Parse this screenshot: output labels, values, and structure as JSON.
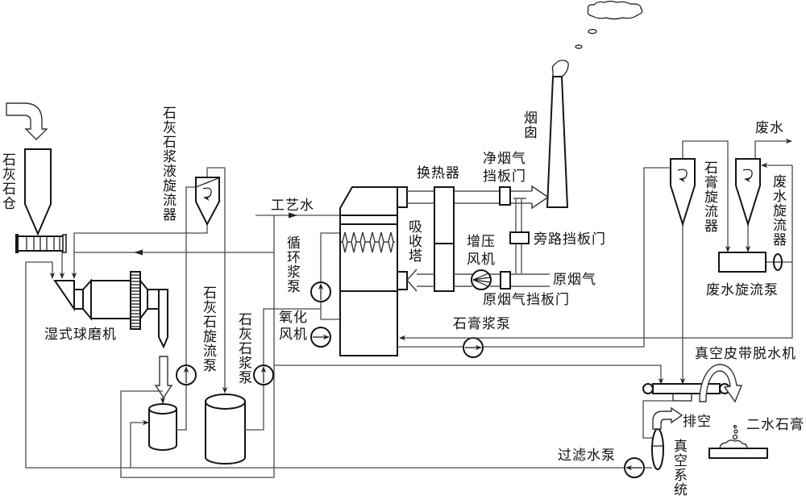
{
  "diagram": {
    "subject": "limestone-gypsum wet flue gas desulfurization process flow",
    "colors": {
      "background": "#ffffff",
      "line": "#4a4a4a",
      "equipment_outline": "#151515"
    },
    "labels": {
      "limestone_silo": "石灰石仓",
      "limestone_slurry_cyclone": "石灰石浆液旋流器",
      "wet_ball_mill": "湿式球磨机",
      "limestone_cyclone_pump": "石灰石旋流泵",
      "limestone_slurry_pump": "石灰石浆泵",
      "process_water": "工艺水",
      "recirculation_pump": "循环浆泵",
      "oxidation_fan": [
        "氧化",
        "风机"
      ],
      "absorber": "吸收塔",
      "heat_exchanger": "换热器",
      "clean_gas_damper": [
        "净烟气",
        "挡板门"
      ],
      "stack": "烟囱",
      "booster_fan": [
        "增压",
        "风机"
      ],
      "bypass_damper": "旁路挡板门",
      "raw_flue_gas": "原烟气",
      "raw_gas_damper": "原烟气挡板门",
      "gypsum_slurry_pump": "石膏浆泵",
      "wastewater": "废水",
      "gypsum_cyclone": "石膏旋流器",
      "wastewater_cyclone": "废水旋流器",
      "wastewater_cyclone_pump": "废水旋流泵",
      "vacuum_belt_filter": "真空皮带脱水机",
      "vent": "排空",
      "gypsum_product": "二水石膏",
      "filtrate_pump": "过滤水泵",
      "vacuum_system": "真空系统"
    },
    "icons": {
      "pump": "circle-with-arrow",
      "cyclone": "cone-with-swirl",
      "fan": "circle-with-blades",
      "damper": "small-rectangle"
    }
  }
}
